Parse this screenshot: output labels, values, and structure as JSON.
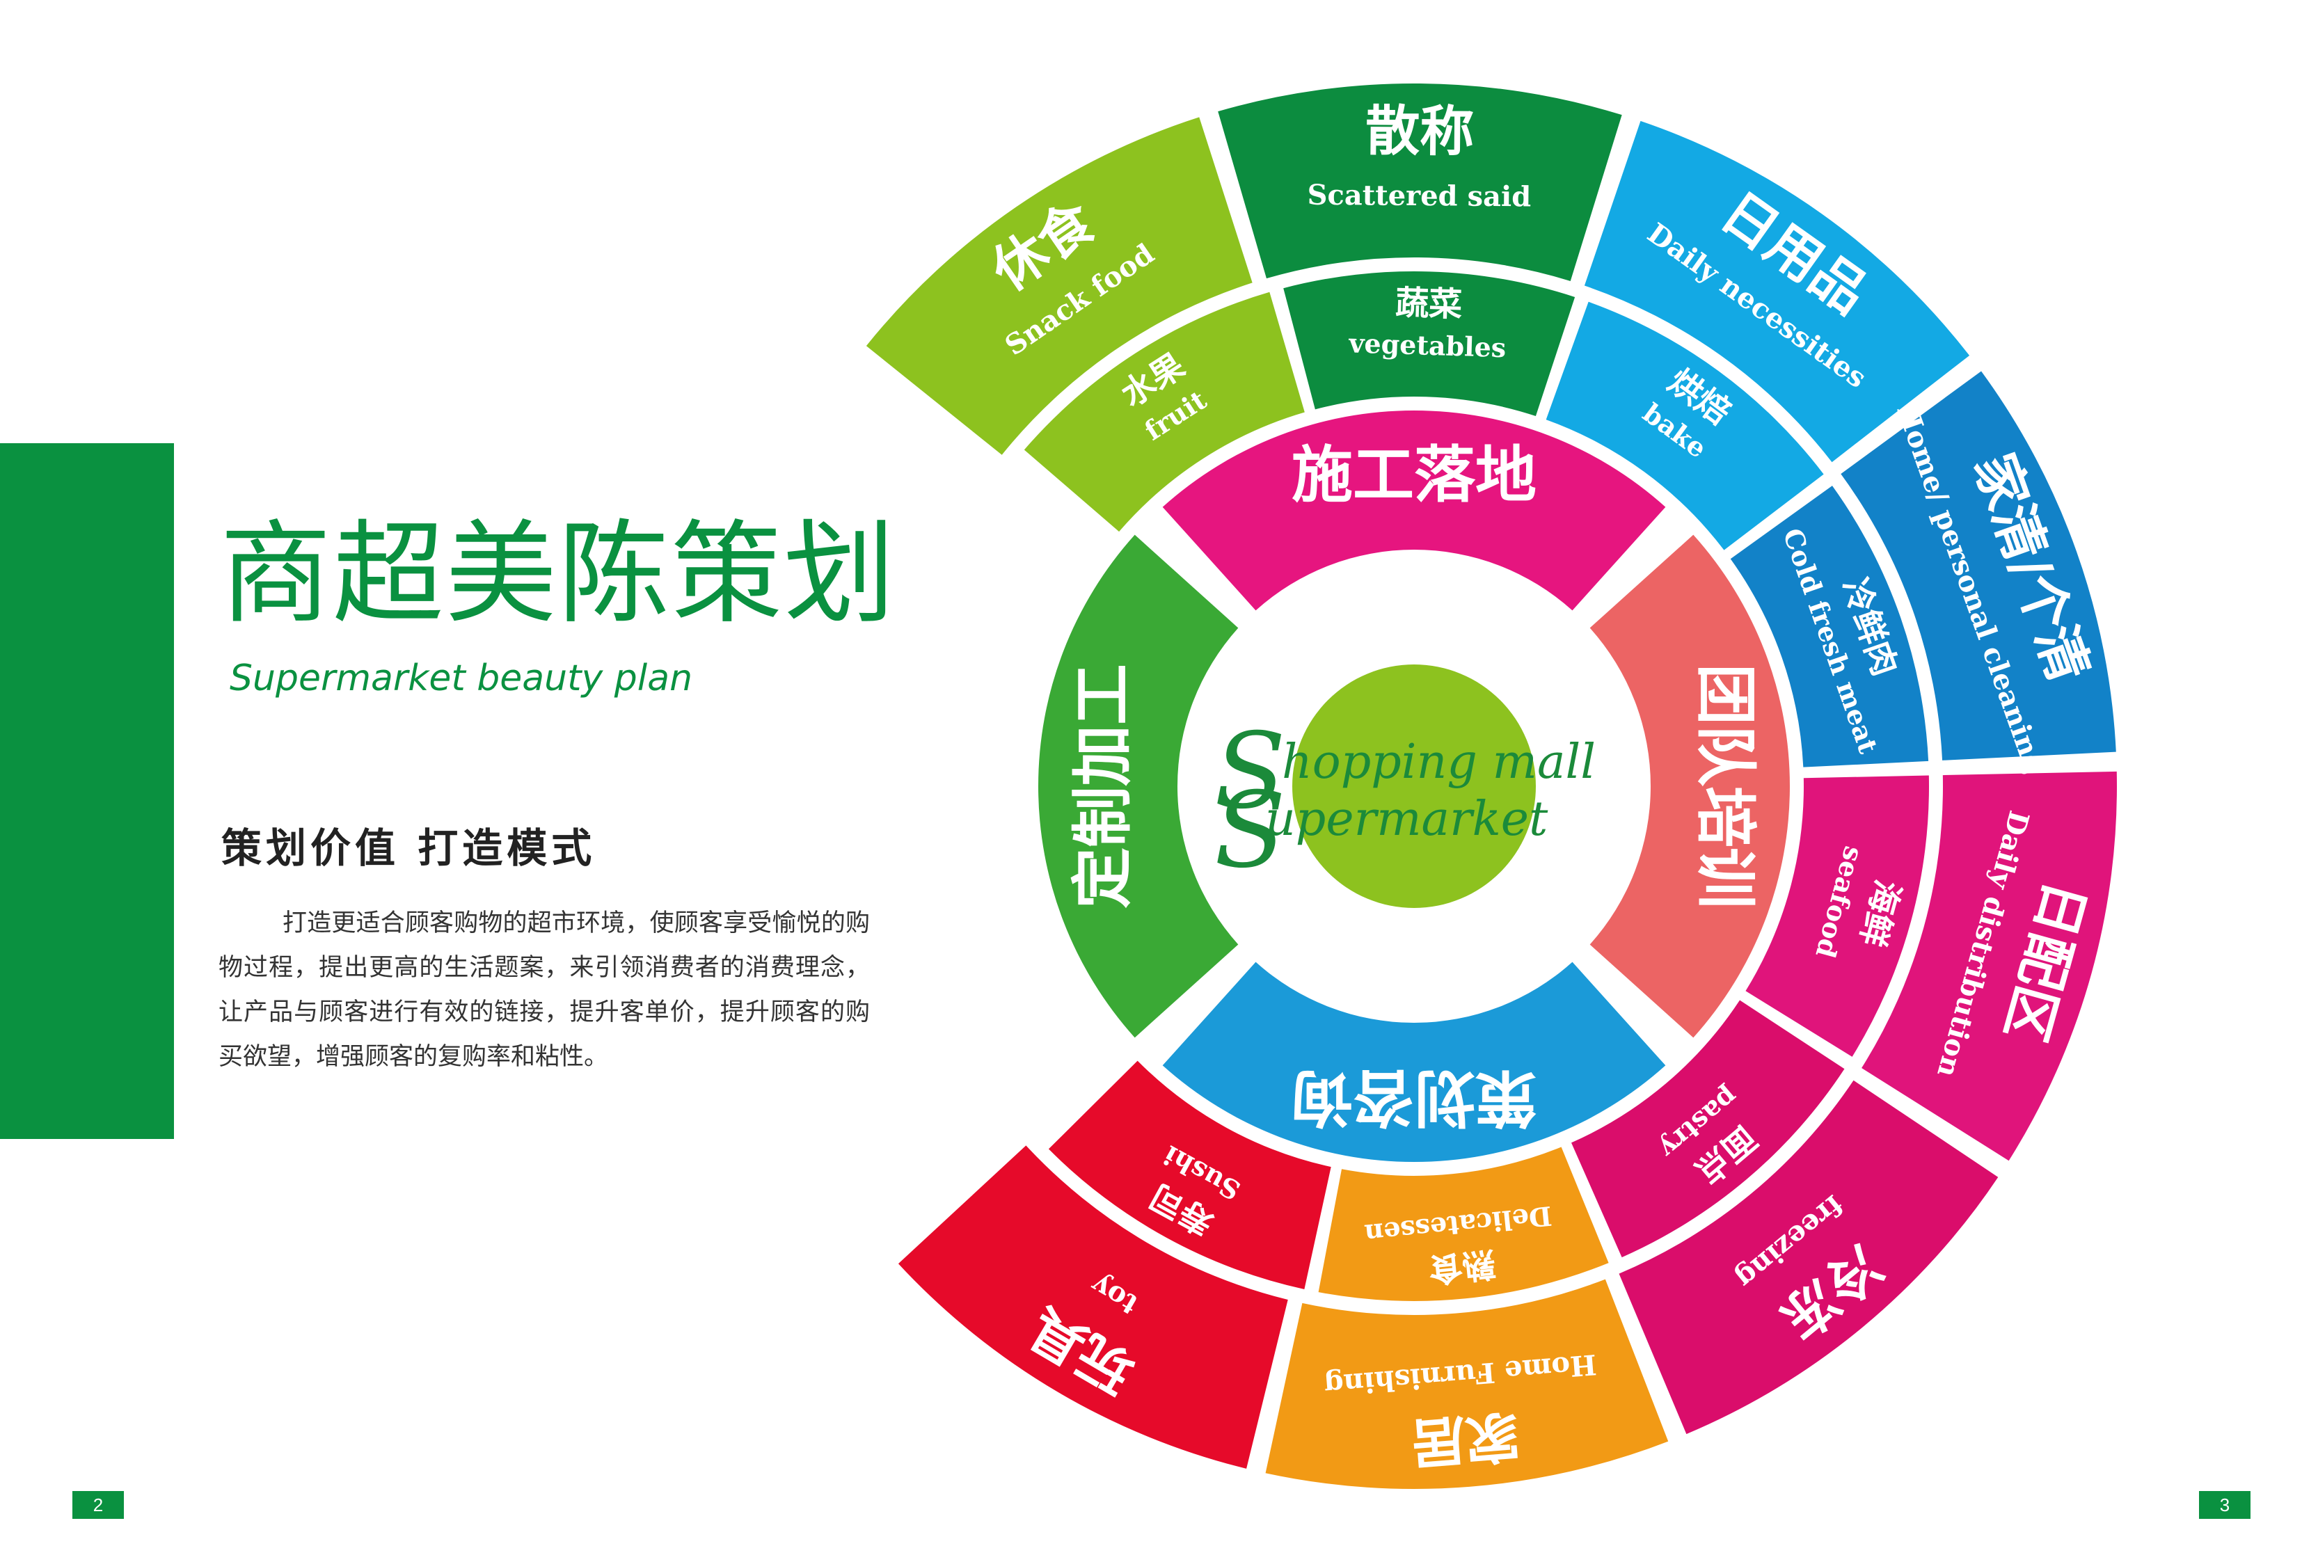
{
  "left_page": {
    "title_zh": "商超美陈策划",
    "title_en": "Supermarket beauty plan",
    "subtitle": "策划价值  打造模式",
    "body": "打造更适合顾客购物的超市环境，使顾客享受愉悦的购物过程，提出更高的生活题案，来引领消费者的消费理念，让产品与顾客进行有效的链接，提升客单价，提升顾客的购买欲望，增强顾客的复购率和粘性。",
    "page_number": "2"
  },
  "right_page": {
    "page_number": "3"
  },
  "diagram": {
    "center": {
      "line1": "hopping mall",
      "line2": "upermarket",
      "initial": "S"
    },
    "inner_ring": [
      {
        "zh": "施工落地",
        "color": "#e6157f"
      },
      {
        "zh": "团队培训",
        "color": "#ec6464"
      },
      {
        "zh": "策划咨询",
        "color": "#1b9ad8"
      },
      {
        "zh": "定制加工",
        "color": "#3aa935"
      }
    ],
    "middle_ring": [
      {
        "zh": "蔬菜",
        "en": "vegetables",
        "color": "#0c8c3f"
      },
      {
        "zh": "烘焙",
        "en": "bake",
        "color": "#13a9e4"
      },
      {
        "zh": "冷鲜肉",
        "en": "Cold fresh meat",
        "color": "#1282c8"
      },
      {
        "zh": "海鲜",
        "en": "seafood",
        "color": "#e0147b"
      },
      {
        "zh": "面点",
        "en": "pastry",
        "color": "#da0d6b"
      },
      {
        "zh": "熟食",
        "en": "Delicatessen",
        "color": "#f29a15"
      },
      {
        "zh": "寿司",
        "en": "Sushi",
        "color": "#e60a2a"
      },
      {
        "zh": "水果",
        "en": "fruit",
        "color": "#8dc21f"
      }
    ],
    "outer_ring": [
      {
        "zh": "散称",
        "en": "Scattered said",
        "color": "#0c8c3f"
      },
      {
        "zh": "日用品",
        "en": "Daily necessities",
        "color": "#13a9e4"
      },
      {
        "zh": "家清/个清",
        "en": "Home/ personal cleaning",
        "color": "#1282c8"
      },
      {
        "zh": "日配区",
        "en": "Daily distribution",
        "color": "#e0147b"
      },
      {
        "zh": "冷冻",
        "en": "freezing",
        "color": "#da0d6b"
      },
      {
        "zh": "家居",
        "en": "Home Furnishing",
        "color": "#f29a15"
      },
      {
        "zh": "玩具",
        "en": "toy",
        "color": "#e60a2a"
      },
      {
        "zh": "休食",
        "en": "Snack food",
        "color": "#8dc21f"
      }
    ],
    "center_color": "#8dc21f"
  }
}
